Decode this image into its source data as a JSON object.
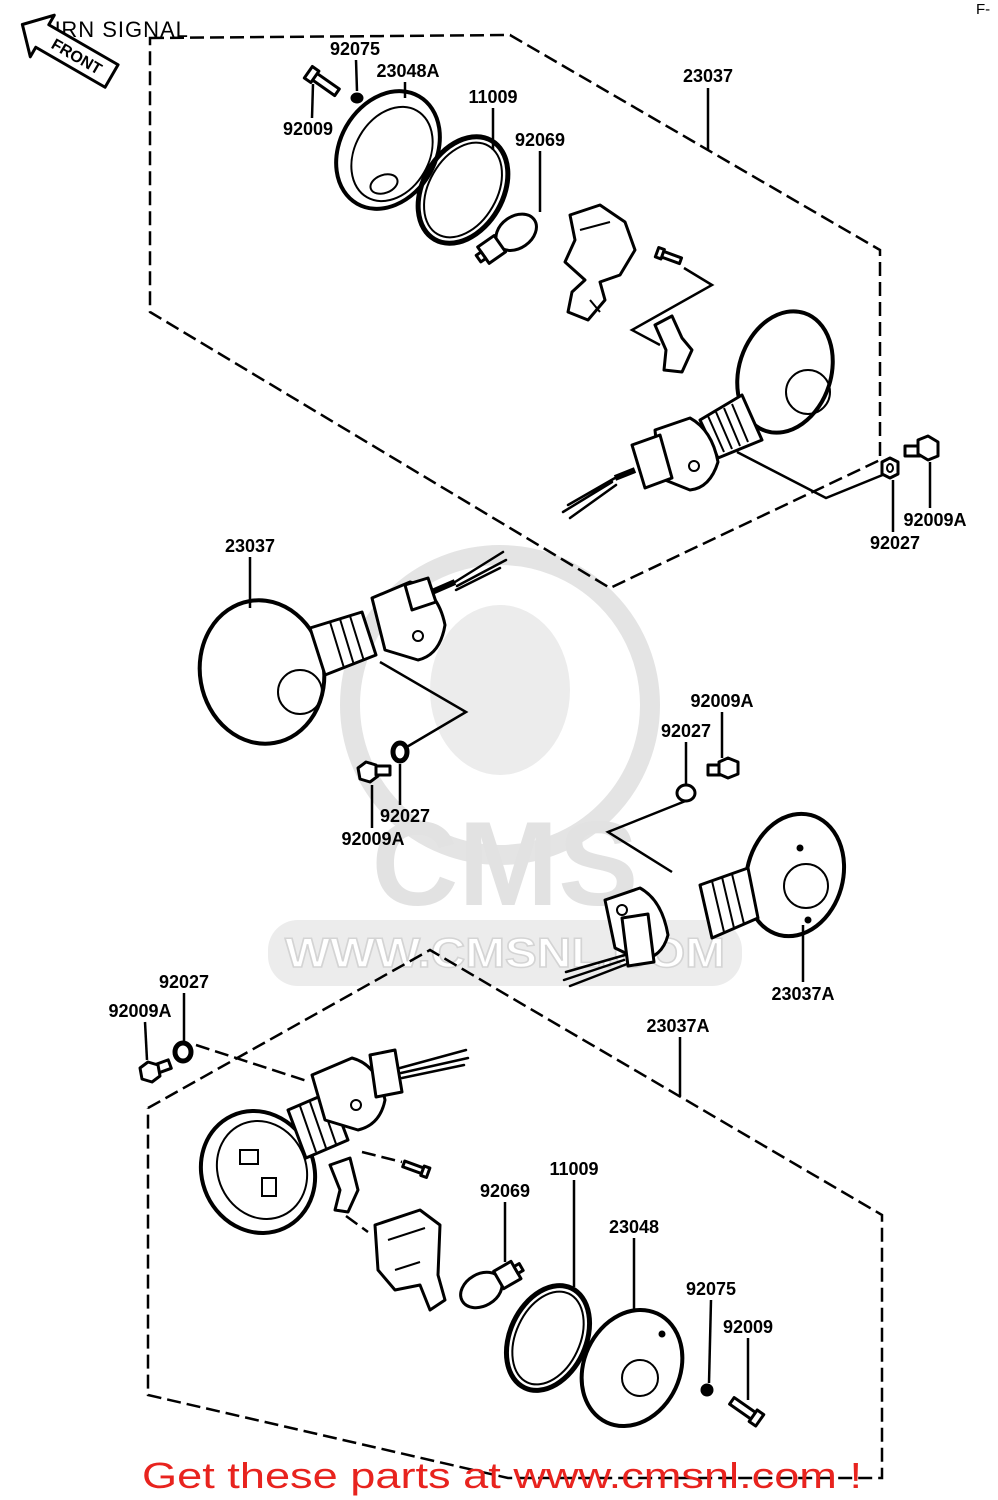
{
  "header": {
    "title": "TURN SIGNAL",
    "page_ref": "F-",
    "front_arrow": "FRONT"
  },
  "callouts": {
    "top": {
      "washer": "92075",
      "lens": "23048A",
      "lens_screw": "92009",
      "gasket": "11009",
      "bulb": "92069",
      "housing": "23037",
      "mount_screw": "92009A",
      "nut": "92027"
    },
    "middle_left": {
      "housing": "23037",
      "nut": "92027",
      "mount_screw": "92009A"
    },
    "middle_right": {
      "mount_screw": "92009A",
      "nut": "92027",
      "housing": "23037A"
    },
    "bottom": {
      "nut": "92027",
      "mount_screw": "92009A",
      "housing": "23037A",
      "gasket": "11009",
      "bulb": "92069",
      "lens": "23048",
      "washer": "92075",
      "lens_screw": "92009"
    }
  },
  "watermark": {
    "logo": "CMS",
    "url": "WWW.CMSNL.COM"
  },
  "banner": {
    "text": "Get these parts at www.cmsnl.com !"
  },
  "colors": {
    "line": "#000000",
    "banner": "#e8231e",
    "watermark": "#e2e2e2",
    "background": "#ffffff"
  }
}
